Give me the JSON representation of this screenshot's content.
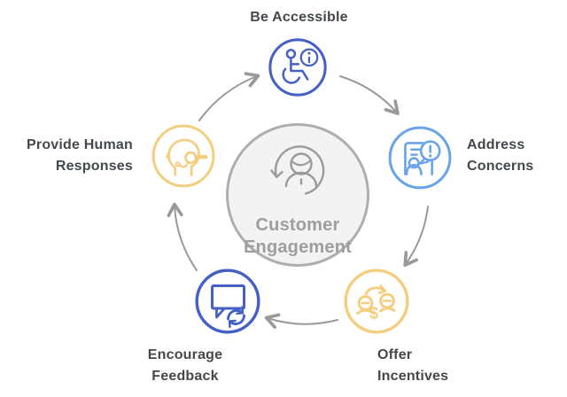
{
  "diagram_title": "Customer Engagement cycle diagram",
  "center": {
    "label": "Customer Engagement",
    "icon": "person-refresh-icon",
    "fill": "#f3f3f3",
    "border_color": "#aeaeae",
    "text_color": "#9e9e9e",
    "icon_color": "#9b9b9b"
  },
  "nodes": [
    {
      "id": "be-accessible",
      "label": "Be Accessible",
      "icon": "wheelchair-info-icon",
      "color": "#4560c4",
      "position": "top"
    },
    {
      "id": "address-concerns",
      "label": "Address Concerns",
      "icon": "document-alert-person-icon",
      "color": "#6aa4e8",
      "position": "right"
    },
    {
      "id": "offer-incentives",
      "label": "Offer Incentives",
      "icon": "coins-exchange-icon",
      "color": "#f5cd7e",
      "position": "bottom-right",
      "dollar_glyph": "$"
    },
    {
      "id": "encourage-feedback",
      "label": "Encourage Feedback",
      "icon": "speech-bubble-sync-icon",
      "color": "#4560c4",
      "position": "bottom-left"
    },
    {
      "id": "provide-human-responses",
      "label": "Provide Human Responses",
      "icon": "headset-agent-icon",
      "color": "#f5cd7e",
      "position": "left"
    }
  ],
  "colors": {
    "arrow": "#999999",
    "label_text": "#45484b"
  }
}
